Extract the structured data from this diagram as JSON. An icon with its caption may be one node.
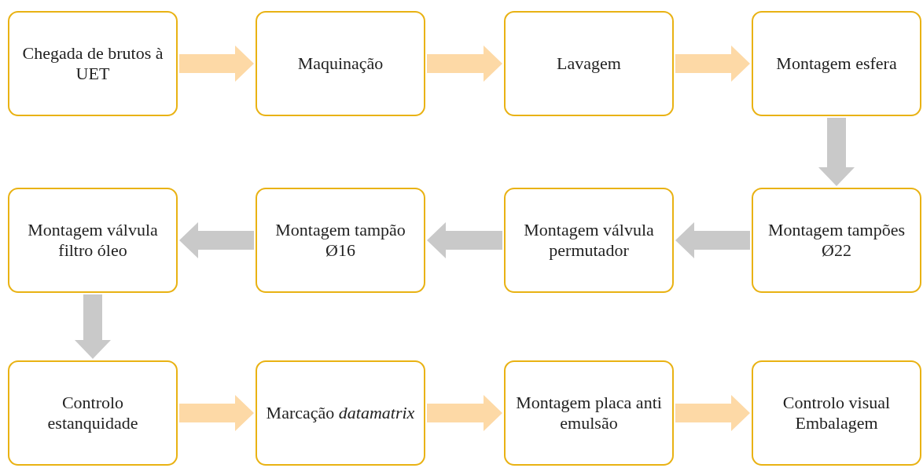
{
  "diagram": {
    "nodes": [
      {
        "text": [
          "Chegada de brutos à UET"
        ]
      },
      {
        "text": [
          "Maquinação"
        ]
      },
      {
        "text": [
          "Lavagem"
        ]
      },
      {
        "text": [
          "Montagem esfera"
        ]
      },
      {
        "text": [
          "Montagem tampões Ø22"
        ]
      },
      {
        "text": [
          "Montagem válvula permutador"
        ]
      },
      {
        "text": [
          "Montagem tampão Ø16"
        ]
      },
      {
        "text": [
          "Montagem válvula filtro óleo"
        ]
      },
      {
        "text": [
          "Controlo estanquidade"
        ]
      },
      {
        "text": [
          "Marcação *datamatrix*"
        ]
      },
      {
        "text": [
          "Montagem placa anti emulsão"
        ]
      },
      {
        "text": [
          "Controlo visual Embalagem"
        ]
      }
    ],
    "edges": [
      {
        "from": 0,
        "to": 1,
        "arrow": "to",
        "style": "thick"
      },
      {
        "from": 1,
        "to": 2,
        "arrow": "to",
        "style": "thick"
      },
      {
        "from": 2,
        "to": 3,
        "arrow": "to",
        "style": "thick"
      },
      {
        "from": 3,
        "to": 4,
        "arrow": "to",
        "style": "thick",
        "color": "#c9c9c9"
      },
      {
        "from": 4,
        "to": 5,
        "arrow": "to",
        "style": "thick",
        "color": "#c9c9c9"
      },
      {
        "from": 5,
        "to": 6,
        "arrow": "to",
        "style": "thick",
        "color": "#c9c9c9"
      },
      {
        "from": 6,
        "to": 7,
        "arrow": "to",
        "style": "thick",
        "color": "#c9c9c9"
      },
      {
        "from": 7,
        "to": 8,
        "arrow": "to",
        "style": "thick",
        "color": "#c9c9c9"
      },
      {
        "from": 8,
        "to": 9,
        "arrow": "to",
        "style": "thick"
      },
      {
        "from": 9,
        "to": 10,
        "arrow": "to",
        "style": "thick"
      },
      {
        "from": 10,
        "to": 11,
        "arrow": "to",
        "style": "thick"
      }
    ]
  }
}
